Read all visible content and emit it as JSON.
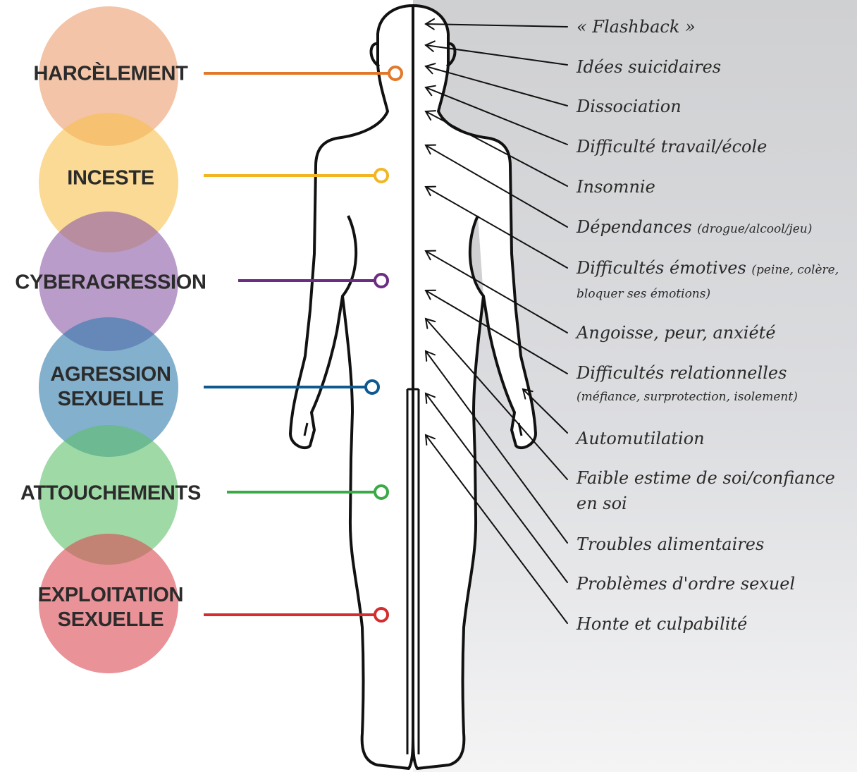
{
  "colors": {
    "harcelement": "#e2782a",
    "inceste": "#f2b523",
    "cyberagression": "#6a2d83",
    "agression": "#0e5a90",
    "attouchements": "#3aaa47",
    "exploitation": "#d32d2f",
    "fill_harcelement": "#eb9c6c",
    "fill_inceste": "#f8c24e",
    "fill_cyberagression": "#8a5aa6",
    "fill_agression": "#2f7cab",
    "fill_attouchements": "#5ec06a",
    "fill_exploitation": "#da4a53",
    "outline": "#111111",
    "background_right": "#d3d4d6"
  },
  "categories": {
    "harcelement": "HARCÈLEMENT",
    "inceste": "INCESTE",
    "cyberagression": "CYBERAGRESSION",
    "agression": "AGRESSION\nSEXUELLE",
    "attouchements": "ATTOUCHEMENTS",
    "exploitation": "EXPLOITATION\nSEXUELLE"
  },
  "effects": {
    "flashback": "« Flashback »",
    "idees": "Idées suicidaires",
    "dissociation": "Dissociation",
    "difficulte": "Difficulté travail/école",
    "insomnie": "Insomnie",
    "dependances": "Dépendances",
    "dependances_note": "(drogue/alcool/jeu)",
    "emotives": "Difficultés émotives",
    "emotives_note": "(peine, colère,",
    "emotives_sub": "bloquer ses émotions)",
    "angoisse": "Angoisse, peur, anxiété",
    "relationnelles": "Difficultés relationnelles",
    "relationnelles_sub": "(méfiance, surprotection, isolement)",
    "automutilation": "Automutilation",
    "estime": "Faible estime de soi/confiance",
    "estime_sub": "en soi",
    "alimentaires": "Troubles alimentaires",
    "sexuel": "Problèmes d'ordre sexuel",
    "honte": "Honte et culpabilité"
  }
}
